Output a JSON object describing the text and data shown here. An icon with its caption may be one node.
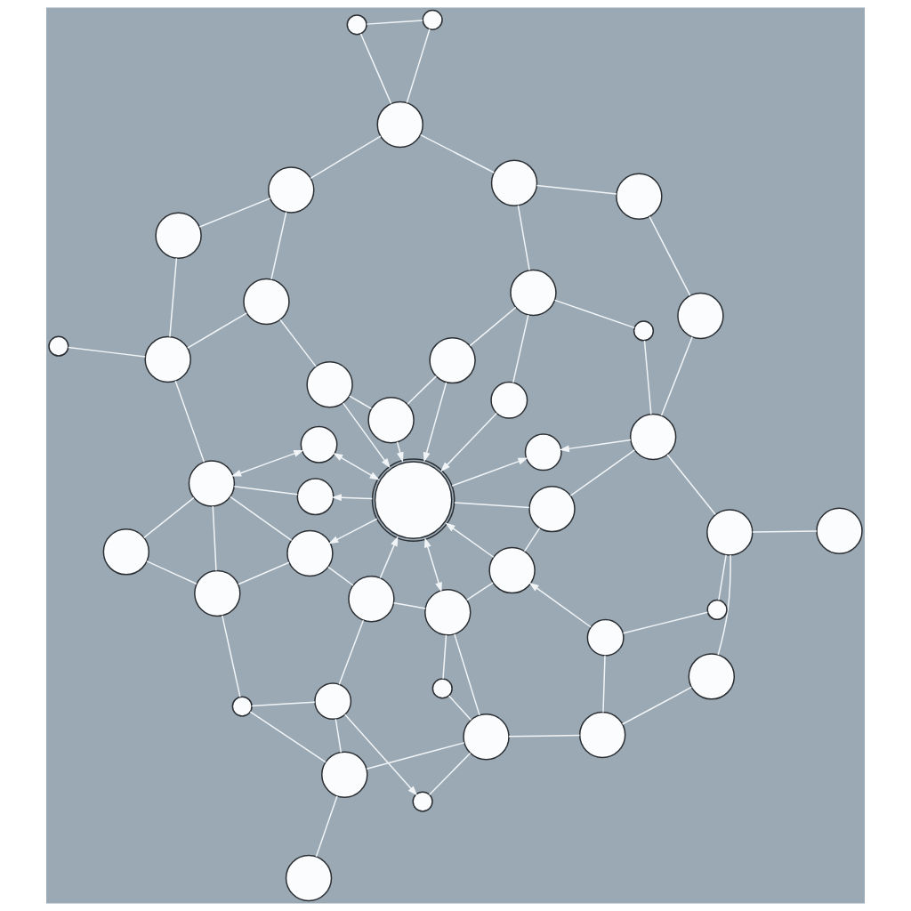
{
  "diagram": {
    "nodes": [
      {
        "text": [],
        "shape": "circle"
      },
      {
        "text": [],
        "shape": "circle"
      },
      {
        "text": [],
        "shape": "circle"
      },
      {
        "text": [],
        "shape": "circle"
      },
      {
        "text": [],
        "shape": "circle"
      },
      {
        "text": [],
        "shape": "circle"
      },
      {
        "text": [],
        "shape": "circle"
      },
      {
        "text": [],
        "shape": "circle"
      },
      {
        "text": [],
        "shape": "circle"
      },
      {
        "text": [],
        "shape": "circle"
      },
      {
        "text": [],
        "shape": "circle"
      },
      {
        "text": [],
        "shape": "circle"
      },
      {
        "text": [],
        "shape": "circle"
      },
      {
        "text": [],
        "shape": "circle"
      },
      {
        "text": [],
        "shape": "circle"
      },
      {
        "text": [],
        "shape": "circle"
      },
      {
        "text": [],
        "shape": "circle"
      },
      {
        "text": [],
        "shape": "circle"
      },
      {
        "text": [],
        "shape": "circle"
      },
      {
        "text": [],
        "shape": "circle"
      },
      {
        "text": [],
        "shape": "circle"
      },
      {
        "text": [],
        "shape": "circle"
      },
      {
        "text": [],
        "shape": "circle"
      },
      {
        "text": [],
        "shape": "circle"
      },
      {
        "text": [],
        "shape": "circle"
      },
      {
        "text": [],
        "shape": "circle"
      },
      {
        "text": [],
        "shape": "circle"
      },
      {
        "text": [],
        "shape": "circle"
      },
      {
        "text": [],
        "shape": "circle"
      },
      {
        "text": [],
        "shape": "circle"
      },
      {
        "text": [],
        "shape": "circle"
      },
      {
        "text": [],
        "shape": "circle"
      },
      {
        "text": [],
        "shape": "circle"
      },
      {
        "text": [],
        "shape": "circle"
      },
      {
        "text": [],
        "shape": "circle"
      },
      {
        "text": [],
        "shape": "circle"
      },
      {
        "text": [],
        "shape": "circle"
      },
      {
        "text": [],
        "shape": "circle"
      },
      {
        "text": [],
        "shape": "circle"
      },
      {
        "text": [],
        "shape": "circle"
      },
      {
        "text": [],
        "shape": "circle"
      },
      {
        "text": [],
        "shape": "circle"
      },
      {
        "text": [],
        "shape": "circle"
      }
    ],
    "edges": [
      {
        "from": 11,
        "to": 20,
        "arrow": "both"
      },
      {
        "from": 12,
        "to": 20,
        "arrow": "to"
      },
      {
        "from": 13,
        "to": 20,
        "arrow": "to"
      },
      {
        "from": 20,
        "to": 16,
        "arrow": "to"
      },
      {
        "from": 17,
        "to": 20,
        "arrow": "none"
      },
      {
        "from": 22,
        "to": 20,
        "arrow": "both"
      },
      {
        "from": 20,
        "to": 23,
        "arrow": "to"
      },
      {
        "from": 20,
        "to": 25,
        "arrow": "to"
      },
      {
        "from": 26,
        "to": 20,
        "arrow": "to"
      },
      {
        "from": 27,
        "to": 20,
        "arrow": "to"
      },
      {
        "from": 31,
        "to": 20,
        "arrow": "to"
      },
      {
        "from": 28,
        "to": 20,
        "arrow": "to"
      },
      {
        "from": 21,
        "to": 22,
        "arrow": "both"
      },
      {
        "from": 24,
        "to": 23,
        "arrow": "to"
      },
      {
        "from": 7,
        "to": 5,
        "arrow": "to"
      },
      {
        "from": 9,
        "to": 13,
        "arrow": "to"
      },
      {
        "from": 3,
        "to": 1,
        "arrow": "none"
      },
      {
        "from": 1,
        "to": 0,
        "arrow": "none"
      },
      {
        "from": 0,
        "to": 2,
        "arrow": "none"
      },
      {
        "from": 2,
        "to": 4,
        "arrow": "none"
      },
      {
        "from": 0,
        "to": 11,
        "arrow": "none"
      },
      {
        "from": 5,
        "to": 0,
        "arrow": "none"
      },
      {
        "from": 6,
        "to": 0,
        "arrow": "none"
      },
      {
        "from": 6,
        "to": 11,
        "arrow": "none"
      },
      {
        "from": 1,
        "to": 7,
        "arrow": "none"
      },
      {
        "from": 1,
        "to": 8,
        "arrow": "none"
      },
      {
        "from": 8,
        "to": 7,
        "arrow": "none"
      },
      {
        "from": 8,
        "to": 14,
        "arrow": "none"
      },
      {
        "from": 7,
        "to": 12,
        "arrow": "none"
      },
      {
        "from": 12,
        "to": 11,
        "arrow": "none"
      },
      {
        "from": 11,
        "to": 13,
        "arrow": "none"
      },
      {
        "from": 13,
        "to": 17,
        "arrow": "none"
      },
      {
        "from": 12,
        "to": 16,
        "arrow": "none"
      },
      {
        "from": 9,
        "to": 10,
        "arrow": "none"
      },
      {
        "from": 10,
        "to": 15,
        "arrow": "none"
      },
      {
        "from": 9,
        "to": 2,
        "arrow": "none"
      },
      {
        "from": 4,
        "to": 15,
        "arrow": "none"
      },
      {
        "from": 14,
        "to": 21,
        "arrow": "none"
      },
      {
        "from": 14,
        "to": 16,
        "arrow": "none"
      },
      {
        "from": 18,
        "to": 14,
        "arrow": "none"
      },
      {
        "from": 18,
        "to": 21,
        "arrow": "none"
      },
      {
        "from": 16,
        "to": 21,
        "arrow": "none"
      },
      {
        "from": 21,
        "to": 29,
        "arrow": "none"
      },
      {
        "from": 21,
        "to": 25,
        "arrow": "none"
      },
      {
        "from": 29,
        "to": 32,
        "arrow": "none"
      },
      {
        "from": 42,
        "to": 29,
        "arrow": "none"
      },
      {
        "from": 32,
        "to": 27,
        "arrow": "none"
      },
      {
        "from": 27,
        "to": 31,
        "arrow": "none"
      },
      {
        "from": 31,
        "to": 28,
        "arrow": "none"
      },
      {
        "from": 28,
        "to": 33,
        "arrow": "none"
      },
      {
        "from": 24,
        "to": 17,
        "arrow": "none"
      },
      {
        "from": 24,
        "to": 15,
        "arrow": "none"
      },
      {
        "from": 19,
        "to": 15,
        "arrow": "none"
      },
      {
        "from": 24,
        "to": 30,
        "arrow": "none"
      },
      {
        "from": 26,
        "to": 33,
        "arrow": "none"
      },
      {
        "from": 41,
        "to": 24,
        "arrow": "none"
      },
      {
        "from": 41,
        "to": 33,
        "arrow": "none"
      },
      {
        "from": 33,
        "to": 39,
        "arrow": "none"
      },
      {
        "from": 32,
        "to": 37,
        "arrow": "none"
      },
      {
        "from": 36,
        "to": 29,
        "arrow": "none"
      },
      {
        "from": 36,
        "to": 37,
        "arrow": "none"
      },
      {
        "from": 37,
        "to": 38,
        "arrow": "none"
      },
      {
        "from": 34,
        "to": 38,
        "arrow": "none"
      },
      {
        "from": 35,
        "to": 38,
        "arrow": "none"
      },
      {
        "from": 34,
        "to": 35,
        "arrow": "none"
      },
      {
        "from": 38,
        "to": 39,
        "arrow": "none"
      },
      {
        "from": 39,
        "to": 40,
        "arrow": "none"
      },
      {
        "from": 30,
        "to": 40,
        "arrow": "none"
      }
    ]
  }
}
